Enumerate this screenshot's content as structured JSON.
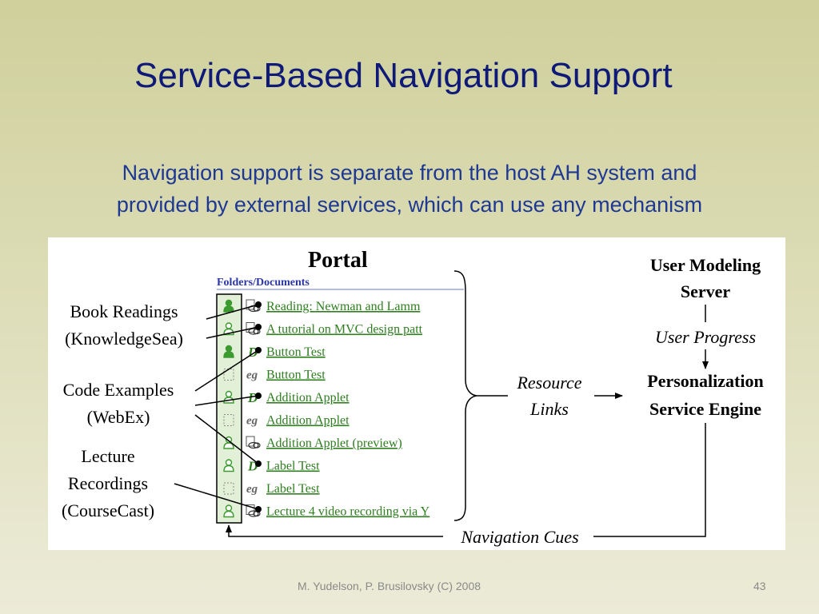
{
  "slide": {
    "title": "Service-Based Navigation Support",
    "subtitle_line1": "Navigation support is separate from the host AH system and",
    "subtitle_line2": "provided by external services, which can use any mechanism",
    "footer": "M. Yudelson, P. Brusilovsky (C) 2008",
    "page_number": "43"
  },
  "diagram": {
    "portal_title": "Portal",
    "folders_header": "Folders/Documents",
    "rows": [
      {
        "label": "Reading: Newman and Lamm",
        "status_icon": "person-filled-icon",
        "type_icon": "reading-link-icon"
      },
      {
        "label": "A tutorial on MVC design patt",
        "status_icon": "person-outline-icon",
        "type_icon": "reading-link-icon"
      },
      {
        "label": "Button Test",
        "status_icon": "person-filled-icon",
        "type_icon": "d-icon"
      },
      {
        "label": "Button Test",
        "status_icon": "empty-box-icon",
        "type_icon": "eg-icon"
      },
      {
        "label": "Addition Applet",
        "status_icon": "person-outline-icon",
        "type_icon": "d-icon"
      },
      {
        "label": "Addition Applet",
        "status_icon": "empty-box-icon",
        "type_icon": "eg-icon"
      },
      {
        "label": "Addition Applet (preview)",
        "status_icon": "person-outline-icon",
        "type_icon": "reading-link-icon"
      },
      {
        "label": "Label Test",
        "status_icon": "person-outline-icon",
        "type_icon": "d-icon"
      },
      {
        "label": "Label Test",
        "status_icon": "empty-box-icon",
        "type_icon": "eg-icon"
      },
      {
        "label": "Lecture 4 video recording via Y",
        "status_icon": "person-outline-icon",
        "type_icon": "reading-link-icon"
      }
    ],
    "sources": {
      "book_readings_1": "Book Readings",
      "book_readings_2": "(KnowledgeSea)",
      "code_examples_1": "Code Examples",
      "code_examples_2": "(WebEx)",
      "lecture_1": "Lecture",
      "lecture_2": "Recordings",
      "lecture_3": "(CourseCast)"
    },
    "resource_links_1": "Resource",
    "resource_links_2": "Links",
    "um_server_1": "User Modeling",
    "um_server_2": "Server",
    "user_progress": "User Progress",
    "pse_1": "Personalization",
    "pse_2": "Service Engine",
    "navigation_cues": "Navigation Cues"
  },
  "colors": {
    "title": "#0f1a78",
    "subtitle": "#1e3894",
    "link": "#2e7d1f",
    "folder_header": "#2a36a8",
    "person_icon": "#3c9a2f"
  }
}
